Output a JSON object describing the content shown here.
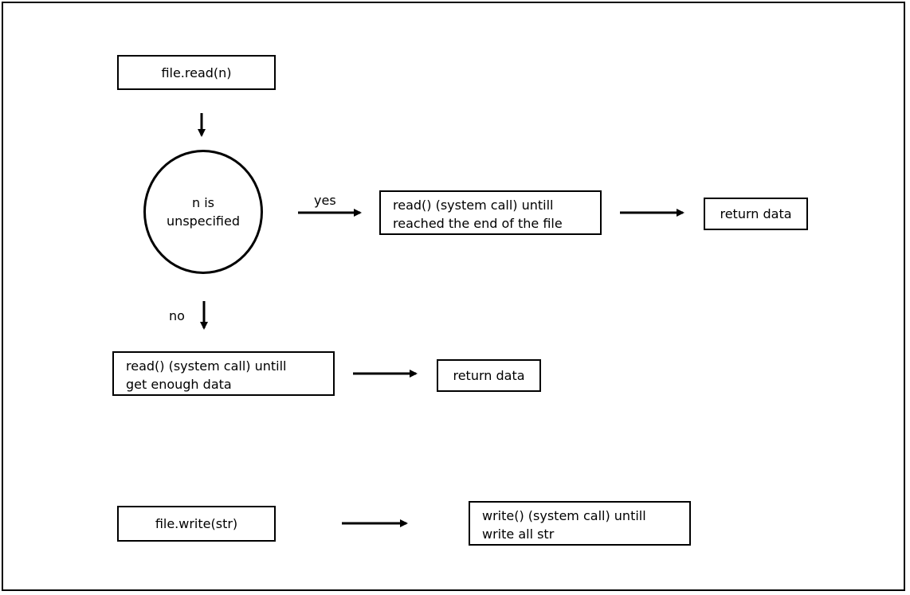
{
  "nodes": {
    "file_read": "file.read(n)",
    "decision_line1": "n is",
    "decision_line2": "unspecified",
    "read_till_eof_line1": "read() (system call) untill",
    "read_till_eof_line2": "reached the end of the file",
    "return_data_top": "return data",
    "read_enough_line1": "read() (system call) untill",
    "read_enough_line2": "get enough data",
    "return_data_bottom": "return data",
    "file_write": "file.write(str)",
    "write_all_line1": "write() (system call) untill",
    "write_all_line2": "write all str"
  },
  "edge_labels": {
    "yes": "yes",
    "no": "no"
  },
  "colors": {
    "stroke": "#000000",
    "background": "#ffffff"
  }
}
